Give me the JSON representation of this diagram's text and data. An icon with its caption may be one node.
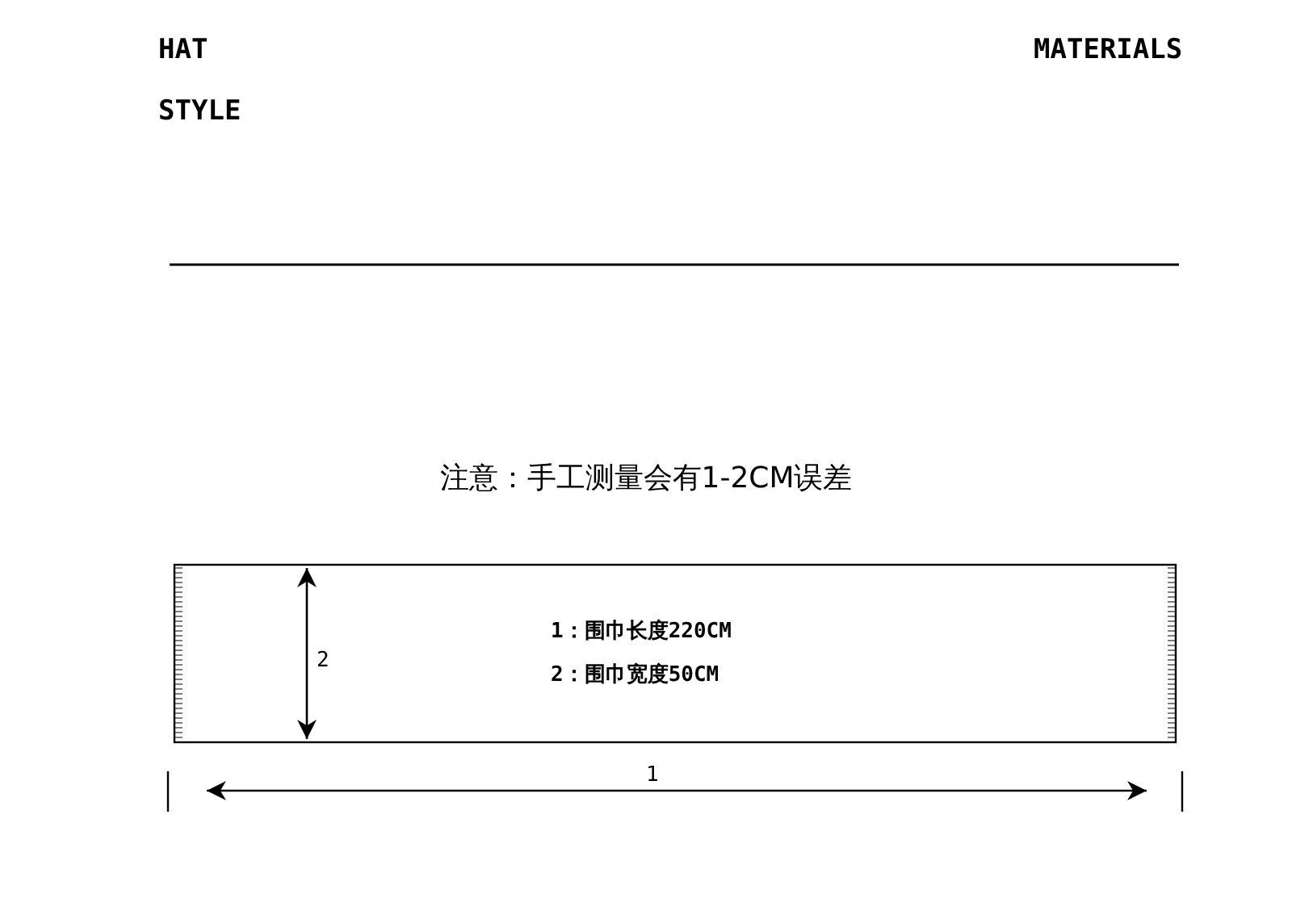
{
  "diagram": {
    "nodes": [
      {
        "text": [
          "1：围巾长度220CM",
          "2：围巾宽度50CM"
        ]
      }
    ],
    "labels": [
      "HAT",
      "MATERIALS",
      "STYLE",
      "注意：手工测量会有1-2CM误差",
      "2",
      "1"
    ]
  }
}
